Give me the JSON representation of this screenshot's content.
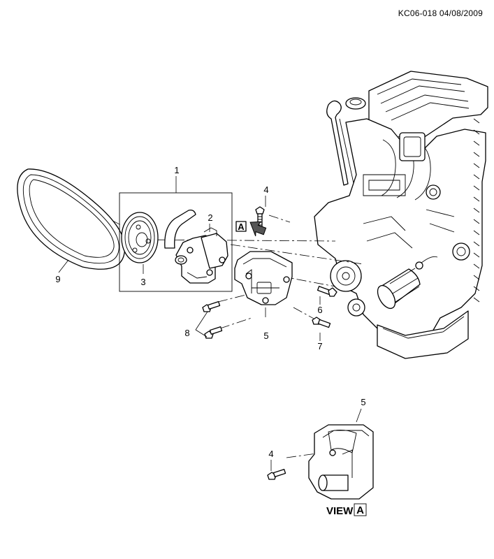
{
  "drawing_code": "KC06-018 04/08/2009",
  "callouts": {
    "c1": "1",
    "c2": "2",
    "c3": "3",
    "c4_top": "4",
    "c5_top": "5",
    "c6": "6",
    "c7": "7",
    "c8": "8",
    "c9": "9",
    "c5_view": "5",
    "c4_view": "4"
  },
  "view": {
    "label": "VIEW",
    "letter": "A"
  },
  "direction_arrow_letter": "A"
}
